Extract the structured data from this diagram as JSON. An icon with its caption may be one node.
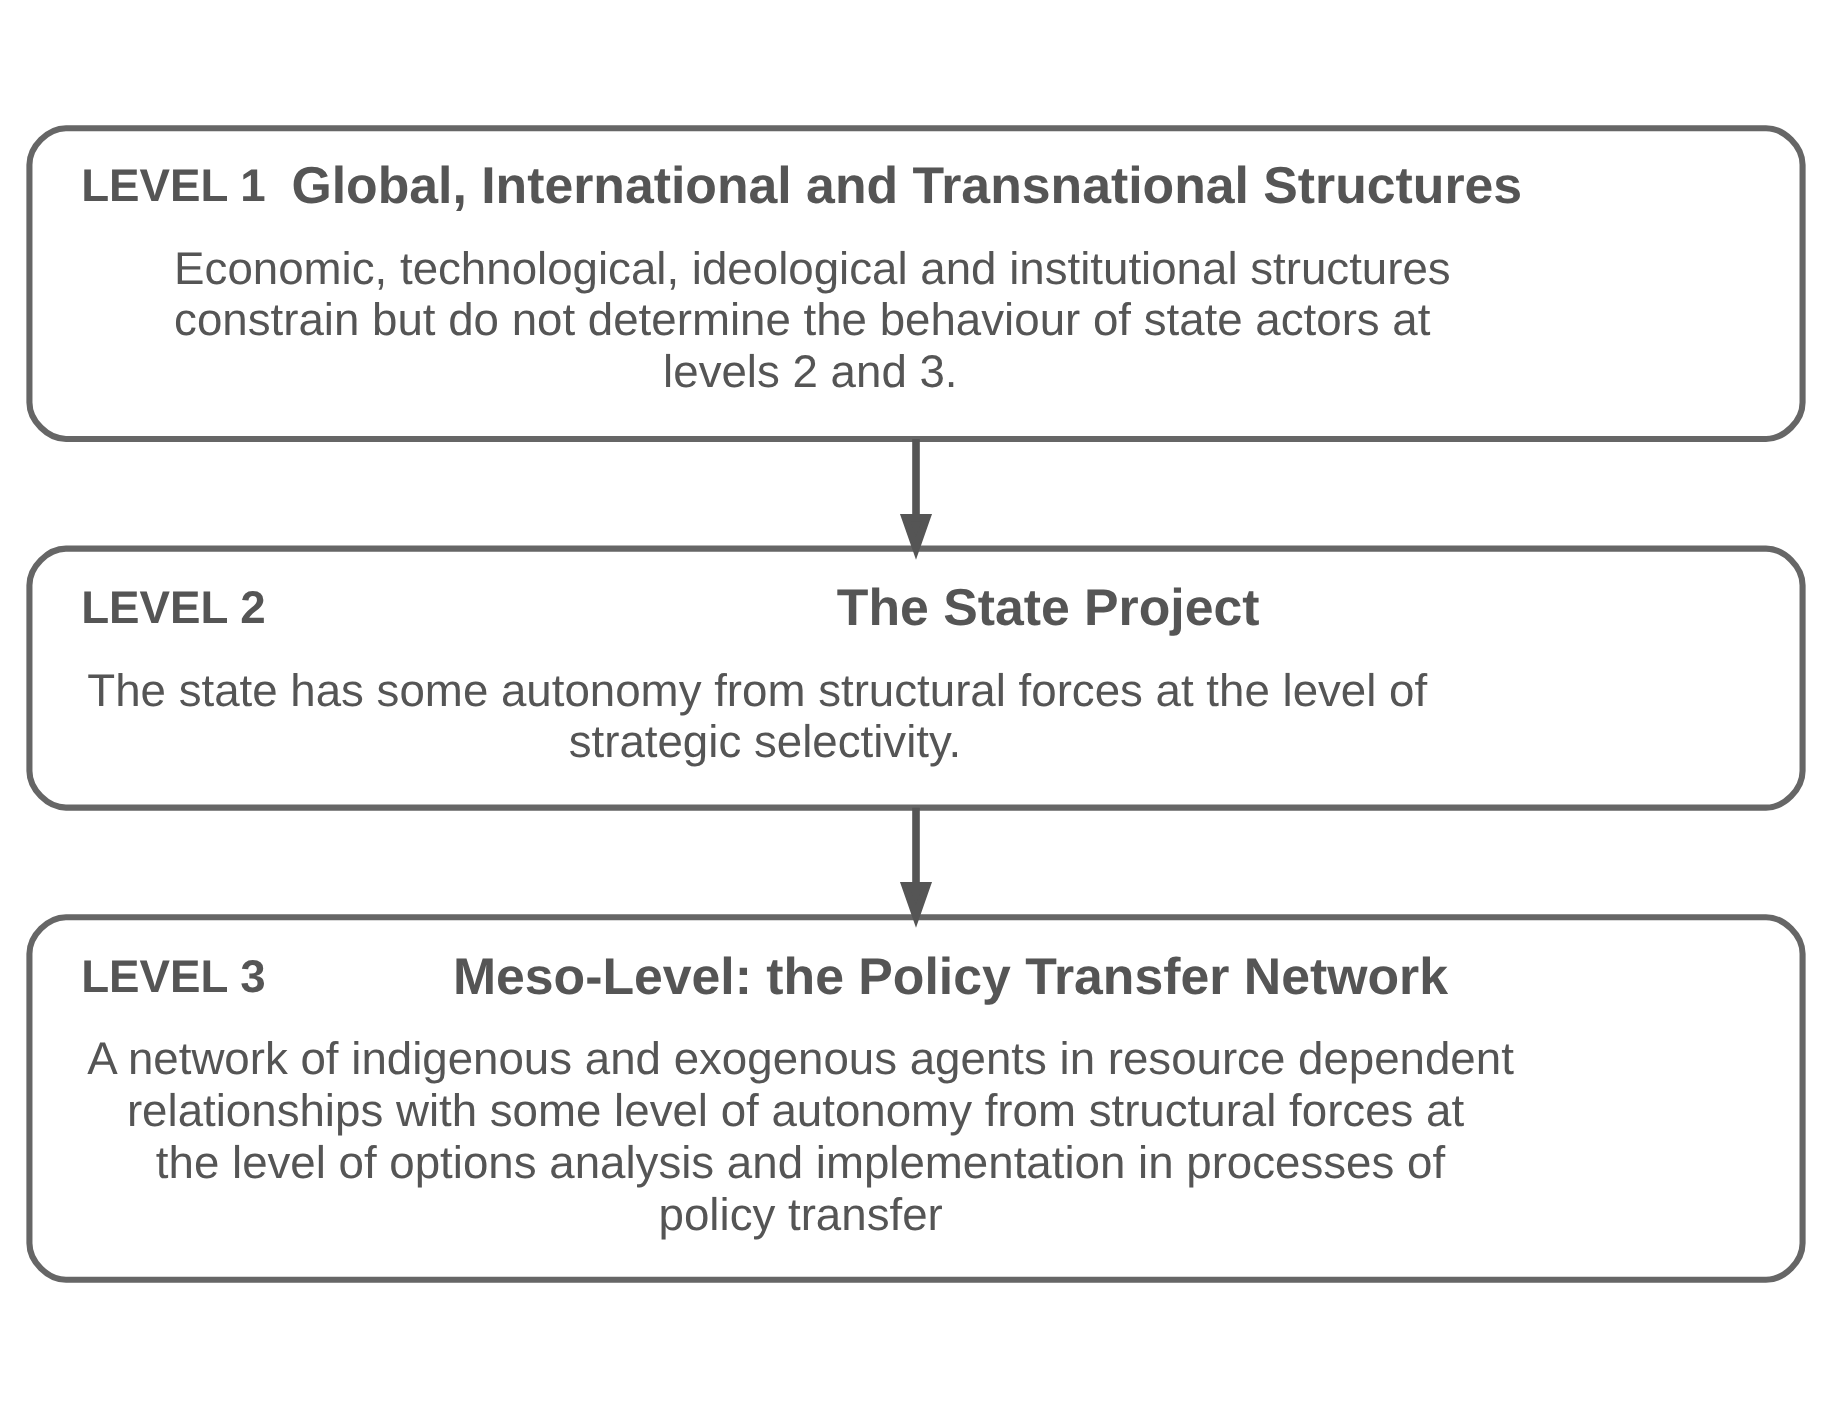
{
  "diagram": {
    "nodes": [
      {
        "text": [
          "LEVEL 1",
          "Global, International and Transnational Structures",
          "Economic, technological, ideological and institutional structures constrain but do not determine the behaviour of state actors at levels 2 and 3."
        ]
      },
      {
        "text": [
          "LEVEL 2",
          "The State Project",
          "The state has some autonomy from structural forces at the level of strategic selectivity."
        ]
      },
      {
        "text": [
          "LEVEL 3",
          "Meso-Level: the Policy Transfer Network",
          "A network of indigenous and exogenous agents in resource dependent relationships with some level of autonomy from structural forces at the level of options analysis and implementation in processes of policy transfer"
        ]
      }
    ],
    "edges": [
      {
        "from": 0,
        "to": 1,
        "arrow": "to"
      },
      {
        "from": 1,
        "to": 2,
        "arrow": "to"
      }
    ]
  }
}
